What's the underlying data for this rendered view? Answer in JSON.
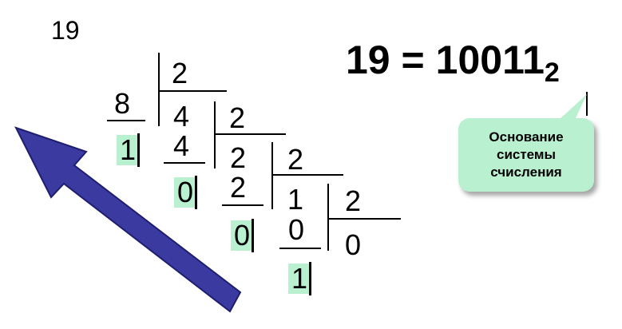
{
  "number": "19",
  "equation": {
    "lhs": "19",
    "equals": "=",
    "result": "10011",
    "base": "2"
  },
  "callout": {
    "text": "Основание\nсистемы\nсчисления"
  },
  "division_steps": [
    {
      "dividend": "19",
      "divisor": "2",
      "subtracted": "8",
      "quotient": "4",
      "remainder": "1"
    },
    {
      "dividend": "4",
      "divisor": "2",
      "subtracted": "4",
      "quotient": "2",
      "remainder": "0"
    },
    {
      "dividend": "2",
      "divisor": "2",
      "subtracted": "2",
      "quotient": "1",
      "remainder": "0"
    },
    {
      "dividend": "1",
      "divisor": "2",
      "subtracted": "0",
      "quotient": "0",
      "remainder": "1"
    }
  ],
  "colors": {
    "remainder_highlight": "#b8f0d0",
    "arrow": "#3a3aa0",
    "callout_fill": "#b8f0d0"
  }
}
